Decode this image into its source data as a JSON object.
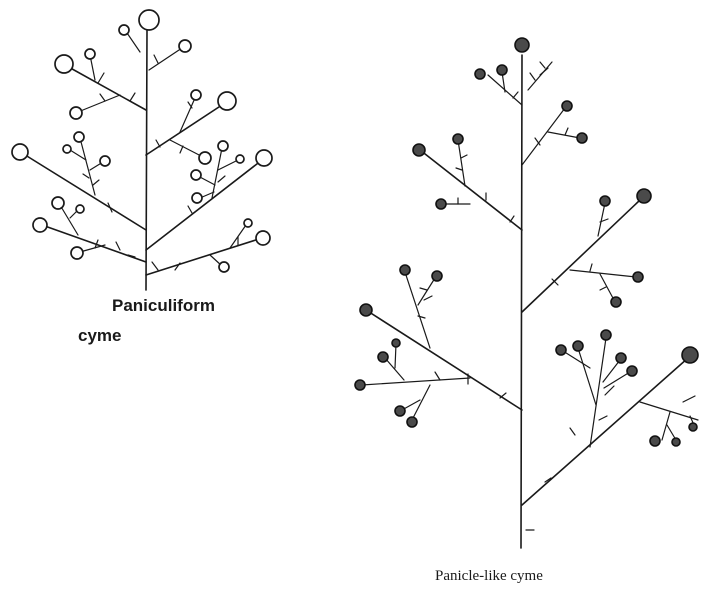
{
  "figure": {
    "left_caption_line1": "Paniculiform",
    "left_caption_line2": "cyme",
    "right_caption": "Panicle-like cyme"
  }
}
